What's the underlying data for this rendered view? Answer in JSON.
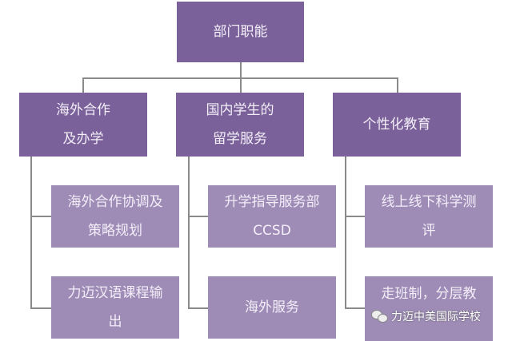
{
  "root": {
    "label": "部门职能"
  },
  "departments": [
    {
      "label_lines": [
        "海外合作",
        "及办学"
      ],
      "children": [
        {
          "label_lines": [
            "海外合作协调及",
            "策略规划"
          ]
        },
        {
          "label_lines": [
            "力迈汉语课程输",
            "出"
          ]
        }
      ]
    },
    {
      "label_lines": [
        "国内学生的",
        "留学服务"
      ],
      "children": [
        {
          "label_lines": [
            "升学指导服务部",
            "CCSD"
          ]
        },
        {
          "label_lines": [
            "海外服务"
          ]
        }
      ]
    },
    {
      "label_lines": [
        "个性化教育"
      ],
      "children": [
        {
          "label_lines": [
            "线上线下科学测",
            "评"
          ]
        },
        {
          "label_lines": [
            "走班制，分层教"
          ]
        }
      ]
    }
  ],
  "watermark": "力迈中美国际学校",
  "colors": {
    "primary": "#7a619a",
    "secondary": "#9e8cb7",
    "line": "#8a8a8a"
  }
}
